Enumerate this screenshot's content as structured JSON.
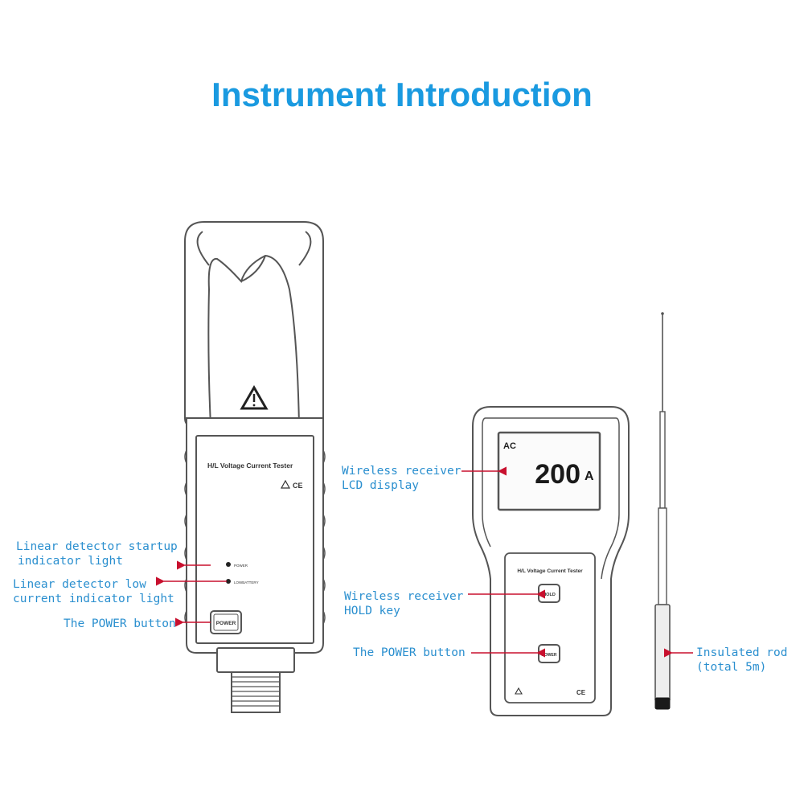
{
  "title": "Instrument Introduction",
  "colors": {
    "title": "#1a9ae0",
    "label": "#2a8fcf",
    "arrow": "#c8102e",
    "outline": "#555555"
  },
  "clamp": {
    "brand": "H/L Voltage Current Tester",
    "power_led": "POWER",
    "lowbattery_led": "LOWBATTERY",
    "power_button": "POWER",
    "icons": [
      "warning-triangle-icon",
      "ce-mark-icon"
    ]
  },
  "receiver": {
    "brand": "H/L Voltage Current Tester",
    "lcd_mode": "AC",
    "lcd_value": "200",
    "lcd_unit": "A",
    "hold_button": "HOLD",
    "power_button": "POWER",
    "icons": [
      "warning-triangle-icon",
      "ce-mark-icon"
    ]
  },
  "labels": {
    "startup_light": [
      "Linear detector startup",
      "indicator light"
    ],
    "low_current_light": [
      "Linear detector low",
      "current indicator light"
    ],
    "clamp_power": "The POWER button",
    "lcd_display": [
      "Wireless receiver",
      "LCD display"
    ],
    "hold_key": [
      "Wireless receiver",
      "HOLD key"
    ],
    "receiver_power": "The POWER button",
    "rod": [
      "Insulated rod",
      "(total 5m)"
    ]
  }
}
